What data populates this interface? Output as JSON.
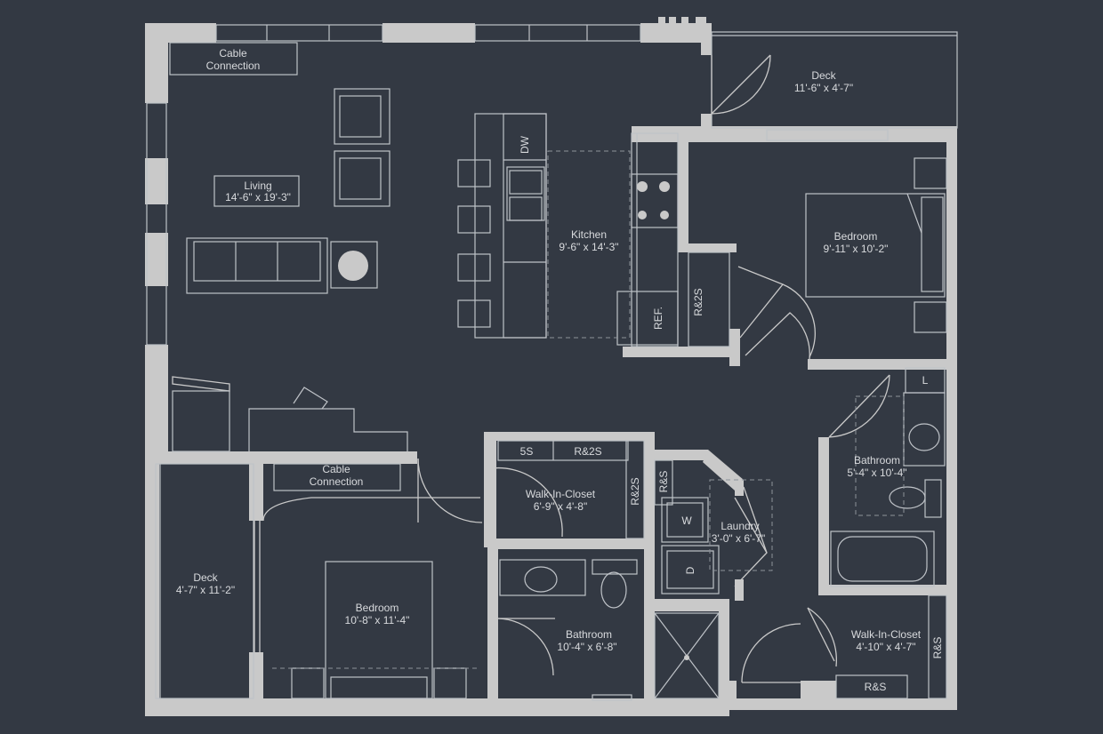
{
  "rooms": {
    "living": {
      "name": "Living",
      "size": "14'-6\" x 19'-3\""
    },
    "kitchen": {
      "name": "Kitchen",
      "size": "9'-6\" x 14'-3\""
    },
    "bedroom1": {
      "name": "Bedroom",
      "size": "9'-11\" x 10'-2\""
    },
    "bedroom2": {
      "name": "Bedroom",
      "size": "10'-8\" x 11'-4\""
    },
    "deck1": {
      "name": "Deck",
      "size": "11'-6\" x 4'-7\""
    },
    "deck2": {
      "name": "Deck",
      "size": "4'-7\" x 11'-2\""
    },
    "bath1": {
      "name": "Bathroom",
      "size": "5'-4\" x 10'-4\""
    },
    "bath2": {
      "name": "Bathroom",
      "size": "10'-4\" x 6'-8\""
    },
    "wic1": {
      "name": "Walk-In-Closet",
      "size": "6'-9\" x 4'-8\""
    },
    "wic2": {
      "name": "Walk-In-Closet",
      "size": "4'-10\" x 4'-7\""
    },
    "laundry": {
      "name": "Laundry",
      "size": "3'-0\" x 6'-7\""
    }
  },
  "notes": {
    "cable1": [
      "Cable",
      "Connection"
    ],
    "cable2": [
      "Cable",
      "Connection"
    ]
  },
  "tags": {
    "dw": "DW",
    "ref": "REF.",
    "r2s_kitchen": "R&2S",
    "l": "L",
    "five_s": "5S",
    "r2s_closet_top": "R&2S",
    "r2s_closet_side": "R&2S",
    "rs_laundry": "R&S",
    "washer": "W",
    "dryer": "D",
    "rs_wic2_side": "R&S",
    "rs_wic2_bottom": "R&S"
  },
  "colors": {
    "background": "#333943",
    "walls": "#c9c9c9",
    "lines": "#bfc3c8"
  }
}
